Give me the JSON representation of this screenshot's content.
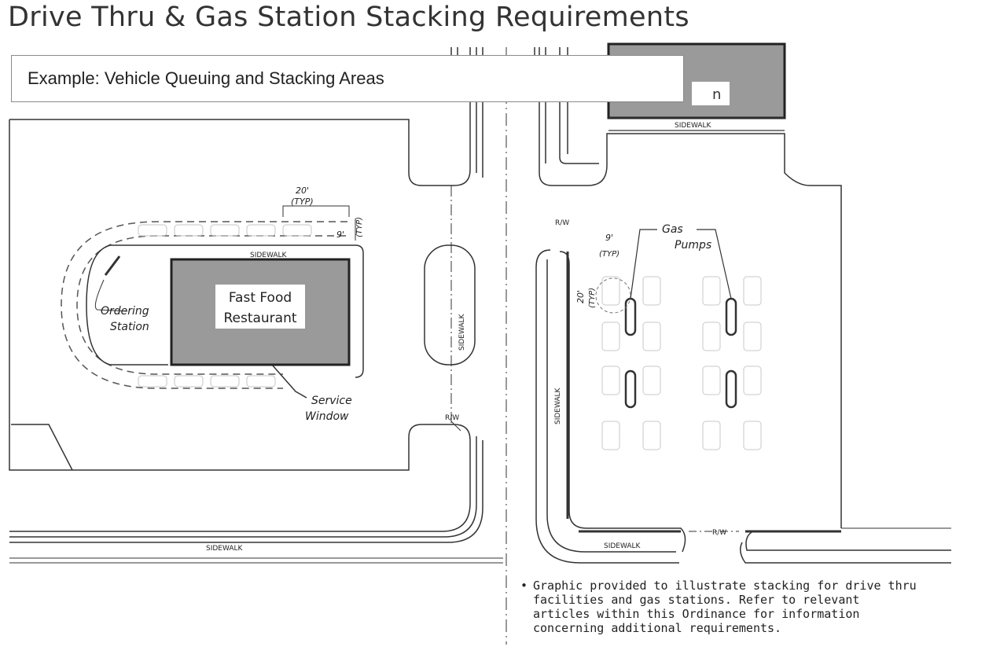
{
  "title": "Drive Thru & Gas Station Stacking Requirements",
  "caption": "Example: Vehicle Queuing and Stacking Areas",
  "labels": {
    "top_building_partial": "n",
    "sidewalk": "SIDEWALK",
    "row": "R/W",
    "dim_20": "20'",
    "dim_9": "9'",
    "typ": "(TYP)",
    "restaurant_line1": "Fast Food",
    "restaurant_line2": "Restaurant",
    "ordering_line1": "Ordering",
    "ordering_line2": "Station",
    "service_line1": "Service",
    "service_line2": "Window",
    "gas_line1": "Gas",
    "gas_line2": "Pumps"
  },
  "footnote": {
    "bullet": "•",
    "text": "Graphic provided to illustrate stacking for drive thru\nfacilities and gas stations.  Refer to relevant\narticles within this Ordinance for information\nconcerning additional requirements."
  },
  "colors": {
    "building_fill": "#9a9a9a",
    "line": "#333333",
    "dashed": "#666666",
    "faint": "#bdbdbd"
  }
}
